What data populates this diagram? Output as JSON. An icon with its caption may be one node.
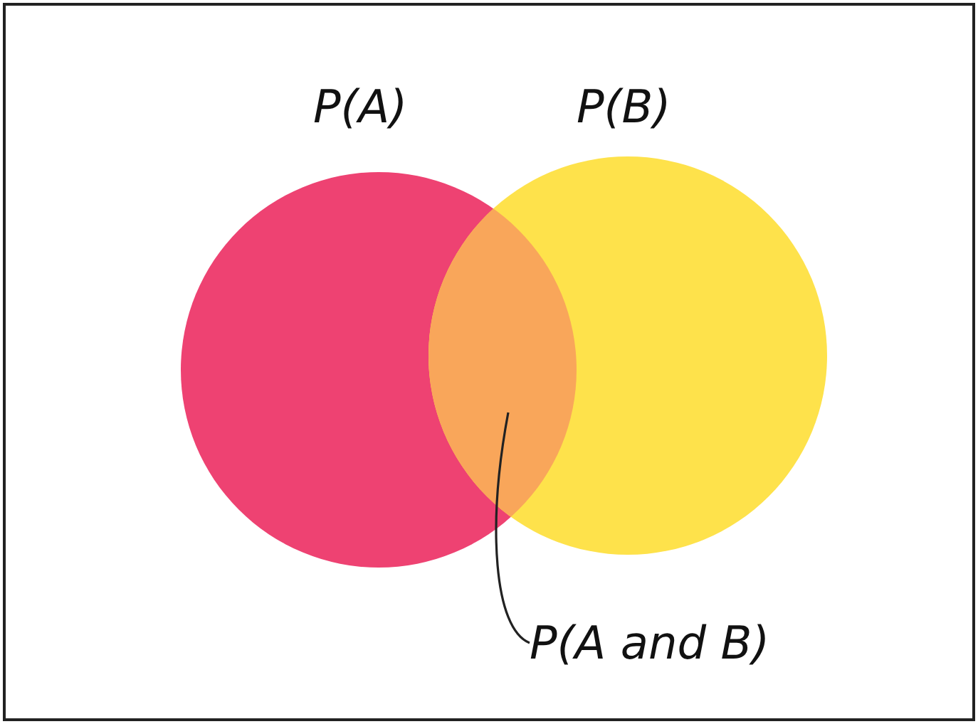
{
  "diagram": {
    "nodes": [
      {
        "text": [
          "P(A)"
        ]
      },
      {
        "text": [
          "P(B)"
        ]
      },
      {
        "text": [
          "P(A and B)"
        ]
      },
      {
        "text": [],
        "shape": "lens"
      }
    ],
    "edges": [
      {
        "from": 2,
        "to": 3,
        "arrow": "none"
      }
    ]
  }
}
